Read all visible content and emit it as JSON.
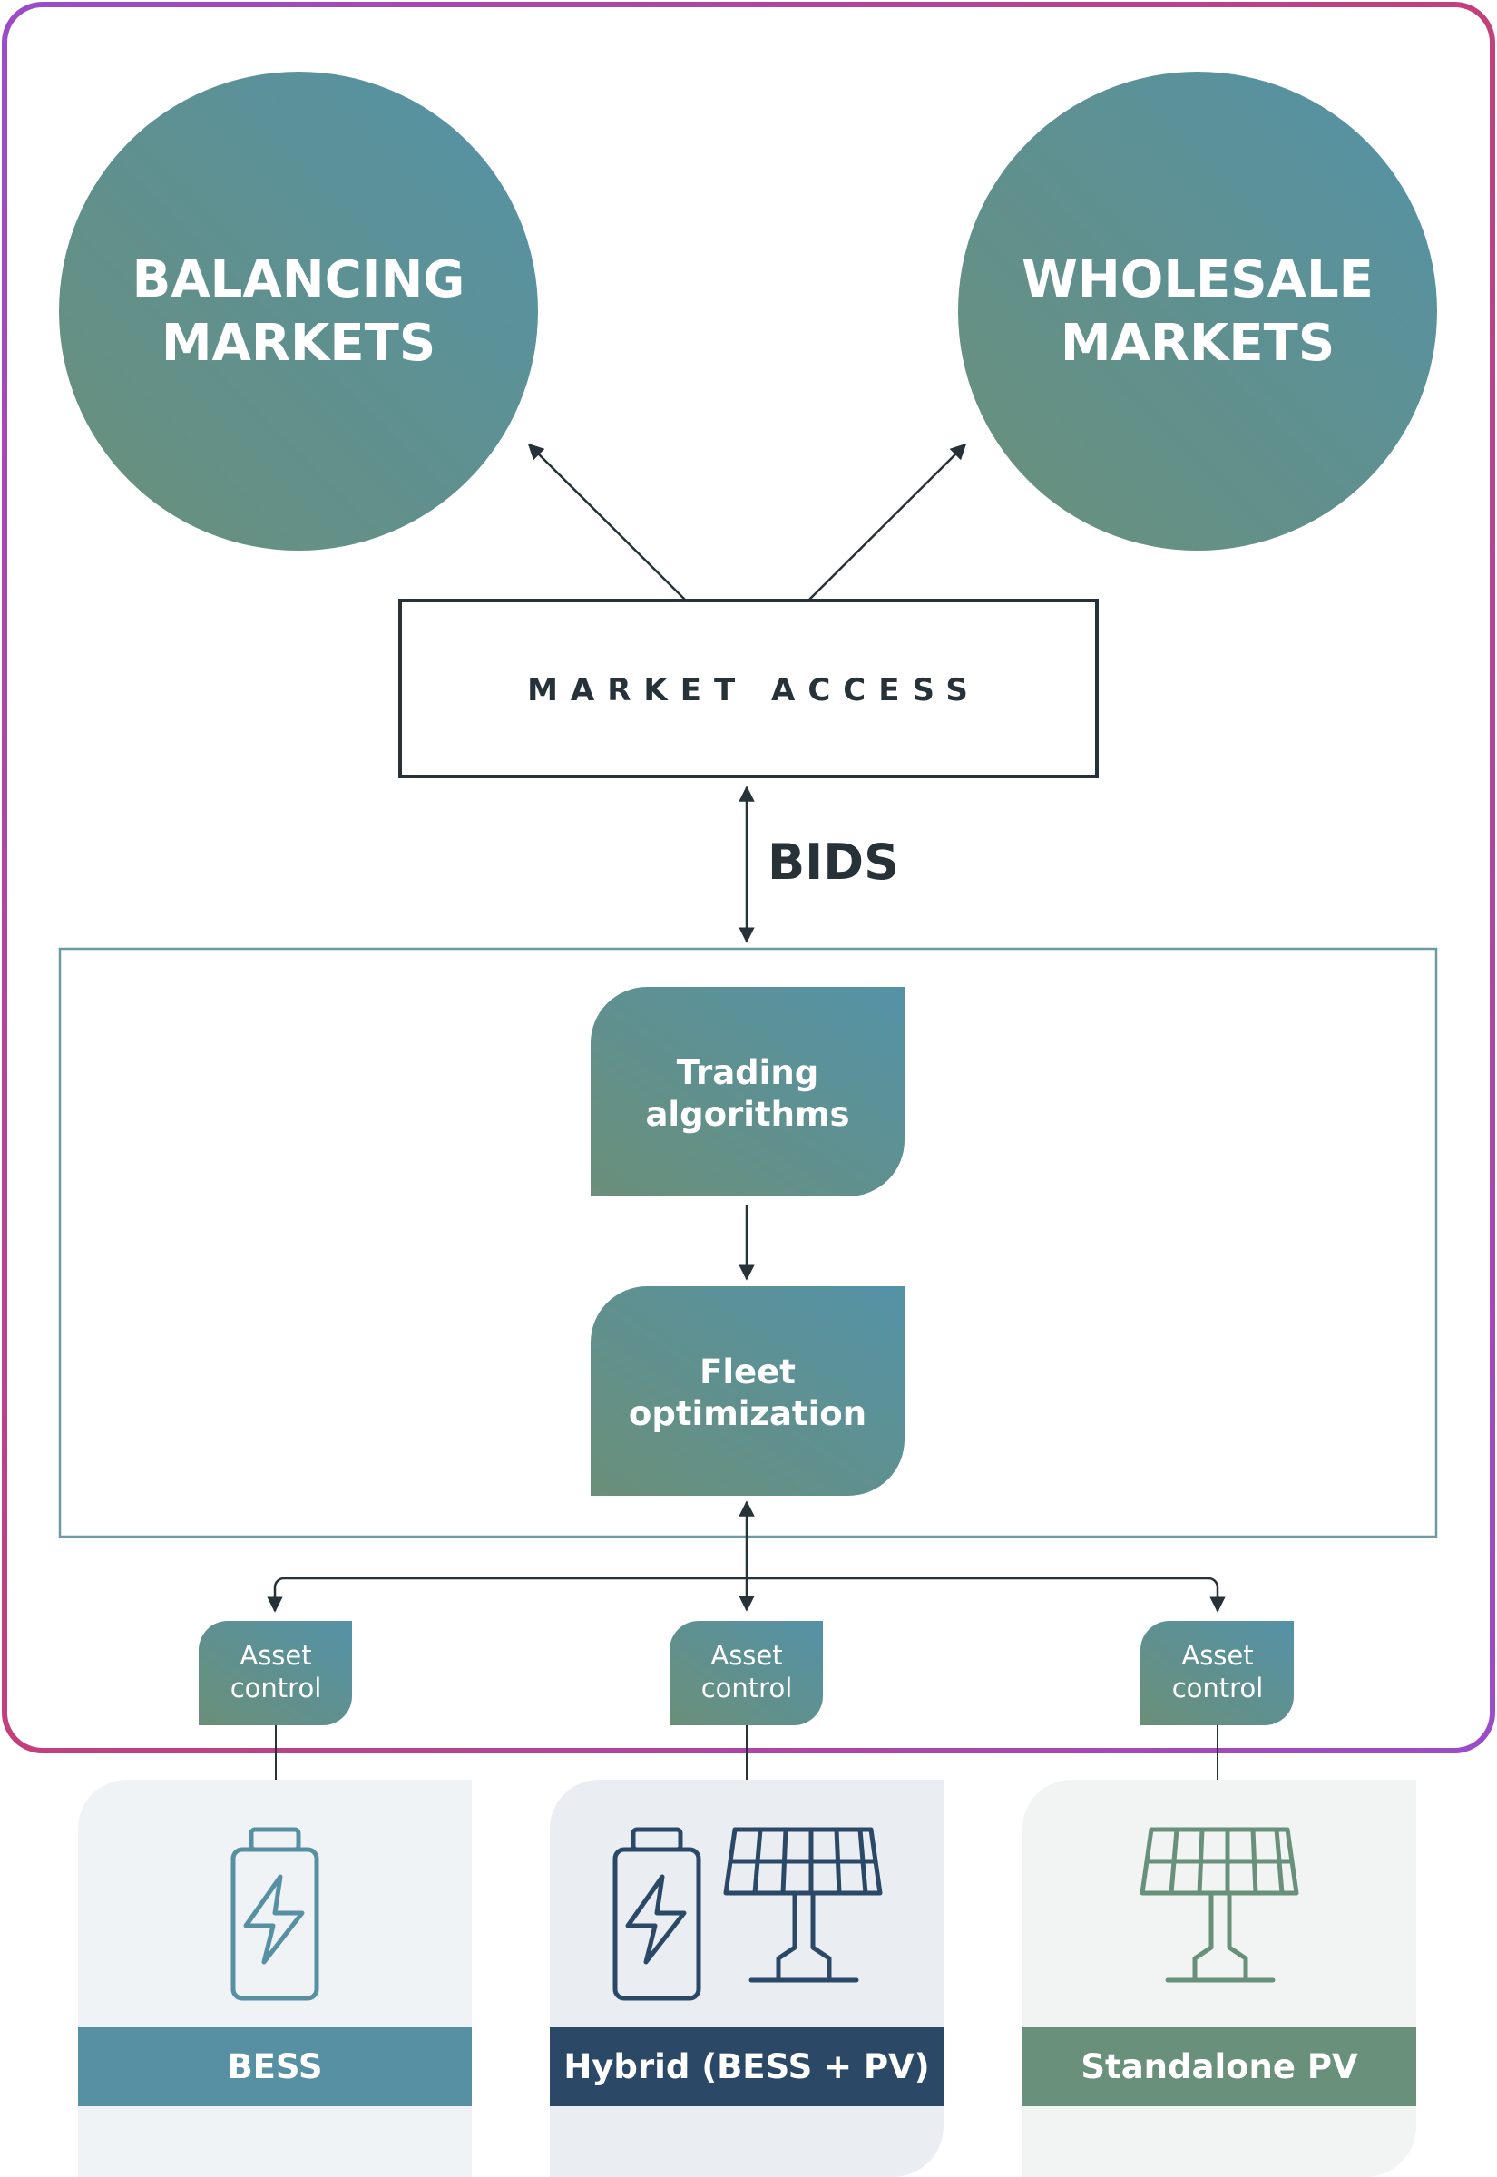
{
  "markets": {
    "balancing": {
      "line1": "BALANCING",
      "line2": "MARKETS"
    },
    "wholesale": {
      "line1": "WHOLESALE",
      "line2": "MARKETS"
    }
  },
  "market_access": {
    "label": "MARKET ACCESS"
  },
  "bids": {
    "label": "BIDS"
  },
  "trading": {
    "line1": "Trading",
    "line2": "algorithms"
  },
  "fleet": {
    "line1": "Fleet",
    "line2": "optimization"
  },
  "asset_controls": [
    {
      "line1": "Asset",
      "line2": "control"
    },
    {
      "line1": "Asset",
      "line2": "control"
    },
    {
      "line1": "Asset",
      "line2": "control"
    }
  ],
  "asset_types": [
    {
      "label": "BESS",
      "icons": [
        "battery-icon"
      ],
      "color": "#5790a3"
    },
    {
      "label": "Hybrid (BESS + PV)",
      "icons": [
        "battery-icon",
        "solar-panel-icon"
      ],
      "color": "#2b4966"
    },
    {
      "label": "Standalone PV",
      "icons": [
        "solar-panel-icon"
      ],
      "color": "#68907a"
    }
  ],
  "colors": {
    "frame_gradient_start": "#9a4cc9",
    "frame_gradient_end": "#c43d6a",
    "node_gradient_start": "#6a8f79",
    "node_gradient_end": "#5492a7",
    "dark_text": "#263238",
    "bess": "#5790a3",
    "hybrid": "#2b4966",
    "pv": "#68907a"
  }
}
